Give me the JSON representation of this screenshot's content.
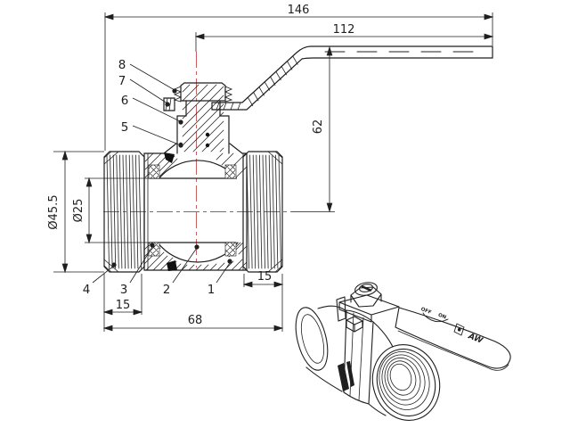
{
  "colors": {
    "ink": "#1f1f1f",
    "centerline": "#c0504d",
    "paper": "#ffffff",
    "seal": "#101010"
  },
  "dimensions": {
    "overall_length": "146",
    "handle_length": "112",
    "handle_height": "62",
    "outer_diameter": "Ø45.5",
    "bore_diameter": "Ø25",
    "thread_length_left": "15",
    "thread_length_right": "15",
    "body_length": "68"
  },
  "callouts": {
    "c1": "1",
    "c2": "2",
    "c3": "3",
    "c4": "4",
    "c5": "5",
    "c6": "6",
    "c7": "7",
    "c8": "8"
  },
  "iso_markings": {
    "off": "OFF",
    "on": "ON",
    "brand": "AW"
  }
}
